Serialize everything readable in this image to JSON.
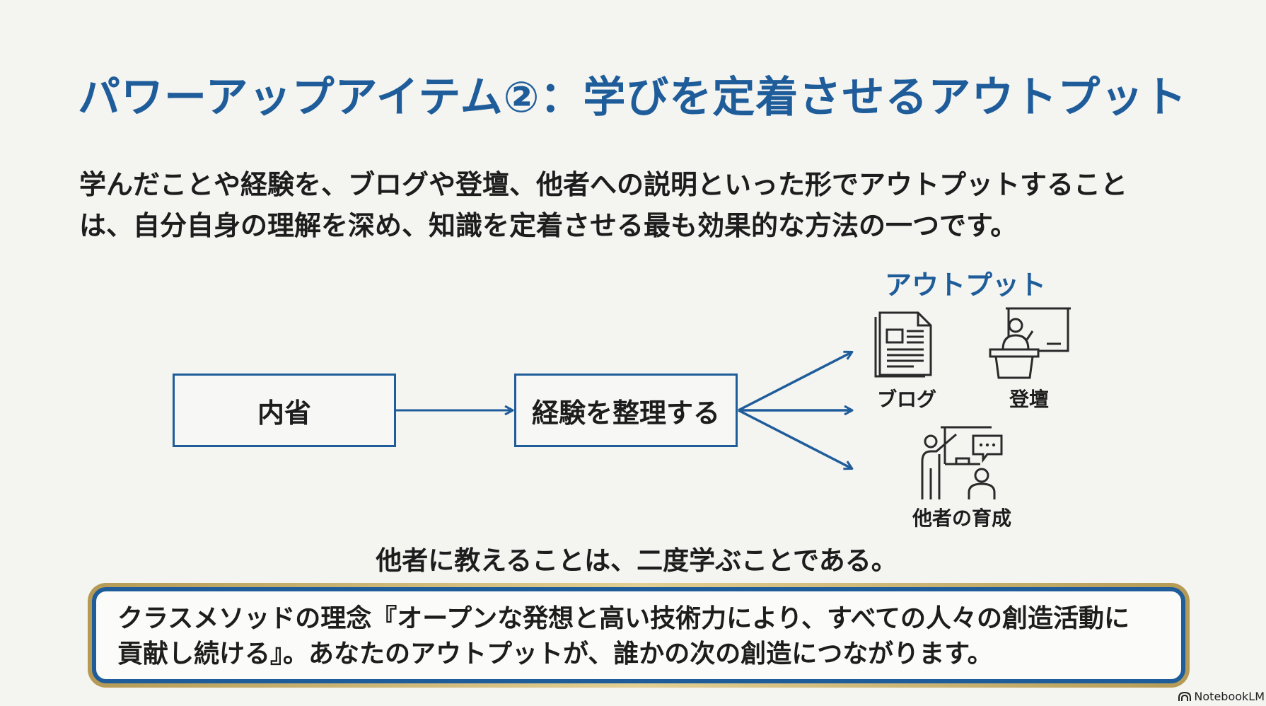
{
  "slide": {
    "title": "パワーアップアイテム②：学びを定着させるアウトプット",
    "lead_lines": [
      "学んだことや経験を、ブログや登壇、他者への説明といった形でアウトプットすること",
      "は、自分自身の理解を深め、知識を定着させる最も効果的な方法の一つです。"
    ]
  },
  "diagram": {
    "step1": "内省",
    "step2": "経験を整理する",
    "output_heading": "アウトプット",
    "outputs": [
      {
        "label": "ブログ",
        "icon": "document-icon"
      },
      {
        "label": "登壇",
        "icon": "presenter-podium-icon"
      },
      {
        "label": "他者の育成",
        "icon": "teaching-icon"
      }
    ],
    "accent_color": "#1f5d9a"
  },
  "quote": "他者に教えることは、二度学ぶことである。",
  "callout": {
    "lines": [
      "クラスメソッドの理念『オープンな発想と高い技術力により、すべての人々の創造活動に",
      "貢献し続ける』。あなたのアウトプットが、誰かの次の創造につながります。"
    ],
    "border_color": "#1f5d9a",
    "frame_color": "#c8b273"
  },
  "watermark": {
    "text": "NotebookLM",
    "icon": "notebooklm-logo-icon"
  }
}
